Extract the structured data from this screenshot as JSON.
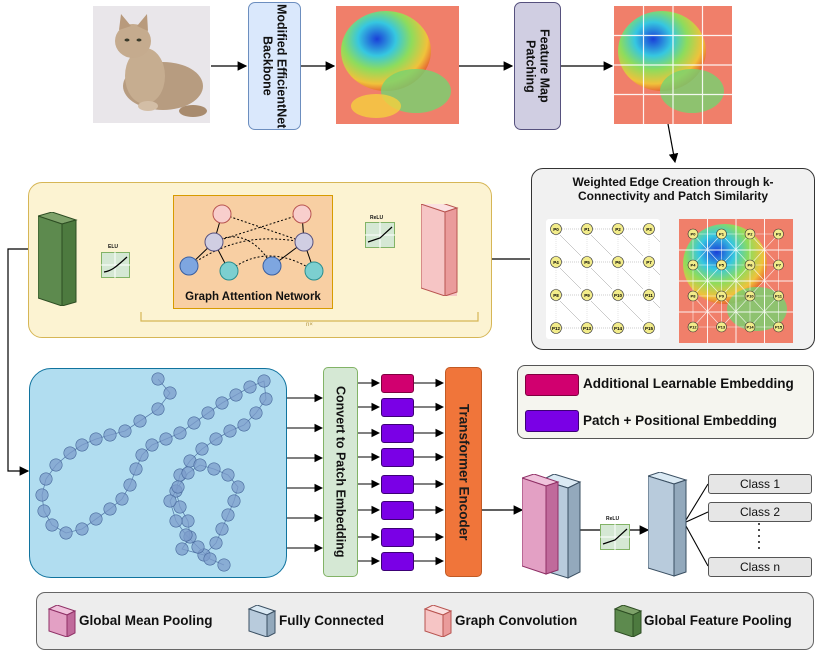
{
  "top_row": {
    "backbone_label": "Modified EfficientNet Backbone",
    "patching_label": "Feature Map Patching"
  },
  "edge_panel": {
    "title": "Weighted Edge Creation through k-Connectivity and Patch Similarity",
    "nodes": [
      "P0",
      "P1",
      "P2",
      "P3",
      "P4",
      "P5",
      "P6",
      "P7",
      "P8",
      "P9",
      "P10",
      "P11",
      "P12",
      "P13",
      "P14",
      "P15"
    ]
  },
  "gat_panel": {
    "title": "Graph Attention Network",
    "relu_label": "ReLU",
    "elu_label": "ELU",
    "bracket_label": "n×"
  },
  "embedding": {
    "convert_label": "Convert to Patch Embedding",
    "transformer_label": "Transformer Encoder",
    "relu_label": "ReLU"
  },
  "embedding_legend": {
    "additional": "Additional Learnable Embedding",
    "patch_pos": "Patch + Positional Embedding",
    "additional_color": "#d1006f",
    "patch_color": "#7a00e6"
  },
  "classes": [
    "Class 1",
    "Class 2",
    "Class n"
  ],
  "bottom_legend": {
    "items": [
      {
        "label": "Global Mean Pooling",
        "color": "#e3a0c4"
      },
      {
        "label": "Fully Connected",
        "color": "#b8cbdc"
      },
      {
        "label": "Graph Convolution",
        "color": "#f6c5c5"
      },
      {
        "label": "Global Feature Pooling",
        "color": "#5d8a4e"
      }
    ]
  }
}
